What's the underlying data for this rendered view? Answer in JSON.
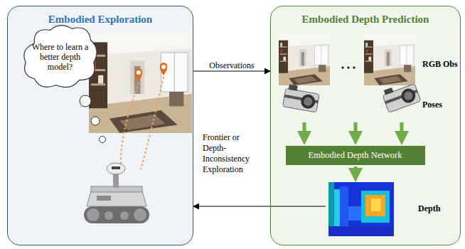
{
  "diagram": {
    "nodes": [
      {
        "text": [
          "Embodied Exploration"
        ]
      },
      {
        "text": [
          "Where to learn a better depth model?"
        ],
        "in": 0
      },
      {
        "text": [
          "Embodied Depth Prediction"
        ]
      },
      {
        "text": [
          "Embodied Depth Network"
        ],
        "in": 2
      }
    ],
    "edges": [
      {
        "from": 0,
        "to": 2,
        "arrow": "to",
        "label": "Observations"
      },
      {
        "from": 2,
        "to": 0,
        "arrow": "to",
        "label": "Frontier or Depth-Inconsistency Exploration"
      }
    ],
    "labels": [
      "RGB Obs",
      "Poses",
      "Depth"
    ]
  }
}
